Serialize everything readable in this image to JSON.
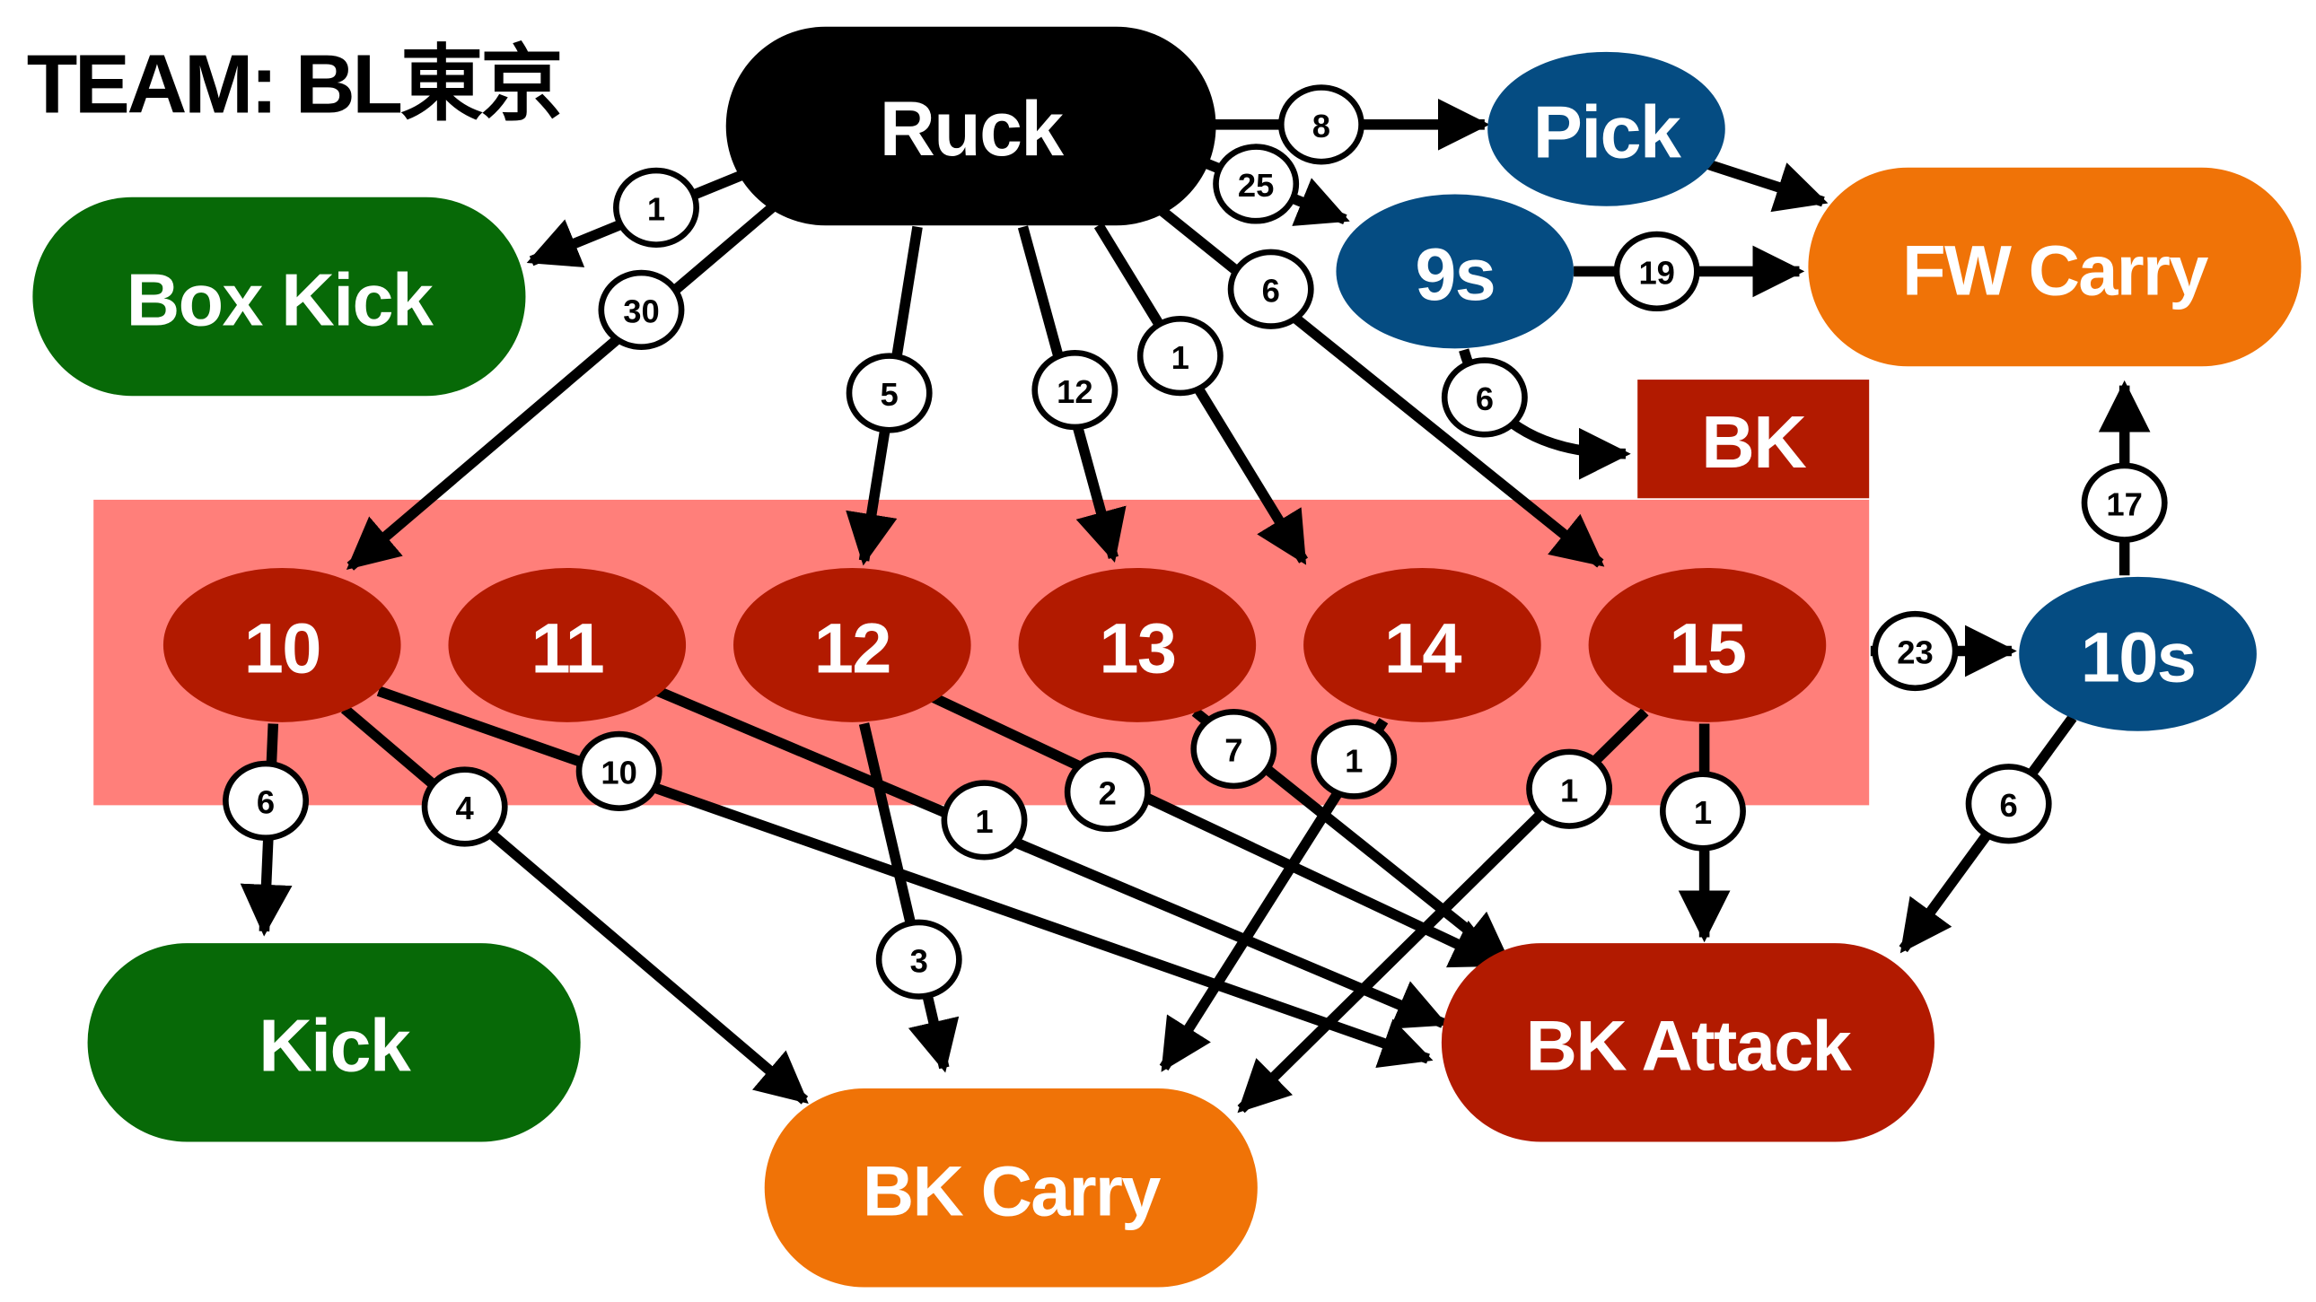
{
  "title": "TEAM: BL東京",
  "colors": {
    "black": "#000000",
    "green": "#076907",
    "blue": "#054c82",
    "orange": "#f07307",
    "red": "#b21a00",
    "band": "#ff7f7a",
    "white": "#ffffff"
  },
  "zone": {
    "name": "backline-band",
    "color_key": "band"
  },
  "nodes": [
    {
      "id": "ruck",
      "label": "Ruck",
      "color_key": "black",
      "shape": "pill"
    },
    {
      "id": "boxkick",
      "label": "Box Kick",
      "color_key": "green",
      "shape": "pill"
    },
    {
      "id": "pick",
      "label": "Pick",
      "color_key": "blue",
      "shape": "ellipse"
    },
    {
      "id": "nines",
      "label": "9s",
      "color_key": "blue",
      "shape": "ellipse"
    },
    {
      "id": "fwcarry",
      "label": "FW Carry",
      "color_key": "orange",
      "shape": "pill"
    },
    {
      "id": "bk",
      "label": "BK",
      "color_key": "red",
      "shape": "rect"
    },
    {
      "id": "p10",
      "label": "10",
      "color_key": "red",
      "shape": "ellipse"
    },
    {
      "id": "p11",
      "label": "11",
      "color_key": "red",
      "shape": "ellipse"
    },
    {
      "id": "p12",
      "label": "12",
      "color_key": "red",
      "shape": "ellipse"
    },
    {
      "id": "p13",
      "label": "13",
      "color_key": "red",
      "shape": "ellipse"
    },
    {
      "id": "p14",
      "label": "14",
      "color_key": "red",
      "shape": "ellipse"
    },
    {
      "id": "p15",
      "label": "15",
      "color_key": "red",
      "shape": "ellipse"
    },
    {
      "id": "tens",
      "label": "10s",
      "color_key": "blue",
      "shape": "ellipse"
    },
    {
      "id": "kick",
      "label": "Kick",
      "color_key": "green",
      "shape": "pill"
    },
    {
      "id": "bkcarry",
      "label": "BK Carry",
      "color_key": "orange",
      "shape": "pill"
    },
    {
      "id": "bkattack",
      "label": "BK Attack",
      "color_key": "red",
      "shape": "pill"
    }
  ],
  "edges": [
    {
      "from": "ruck",
      "to": "boxkick",
      "count": "1"
    },
    {
      "from": "ruck",
      "to": "p10",
      "count": "30"
    },
    {
      "from": "ruck",
      "to": "pick",
      "count": "8"
    },
    {
      "from": "ruck",
      "to": "nines",
      "count": "25"
    },
    {
      "from": "ruck",
      "to": "p12",
      "count": "5"
    },
    {
      "from": "ruck",
      "to": "p13",
      "count": "12"
    },
    {
      "from": "ruck",
      "to": "p14",
      "count": "1"
    },
    {
      "from": "ruck",
      "to": "p15",
      "count": "6"
    },
    {
      "from": "pick",
      "to": "fwcarry",
      "count": ""
    },
    {
      "from": "nines",
      "to": "fwcarry",
      "count": "19"
    },
    {
      "from": "nines",
      "to": "bk",
      "count": "6"
    },
    {
      "from": "p10",
      "to": "kick",
      "count": "6"
    },
    {
      "from": "p10",
      "to": "bkcarry",
      "count": "4"
    },
    {
      "from": "p10",
      "to": "bkattack",
      "count": "10"
    },
    {
      "from": "p11",
      "to": "bkattack",
      "count": "1"
    },
    {
      "from": "p12",
      "to": "bkcarry",
      "count": "3"
    },
    {
      "from": "p12",
      "to": "bkattack",
      "count": "2"
    },
    {
      "from": "p13",
      "to": "bkattack",
      "count": "7"
    },
    {
      "from": "p14",
      "to": "bkcarry",
      "count": "1"
    },
    {
      "from": "p15",
      "to": "bkcarry",
      "count": "1"
    },
    {
      "from": "p15",
      "to": "bkattack",
      "count": "1"
    },
    {
      "from": "p15",
      "to": "tens",
      "count": "23"
    },
    {
      "from": "tens",
      "to": "fwcarry",
      "count": "17"
    },
    {
      "from": "tens",
      "to": "bkattack",
      "count": "6"
    }
  ]
}
